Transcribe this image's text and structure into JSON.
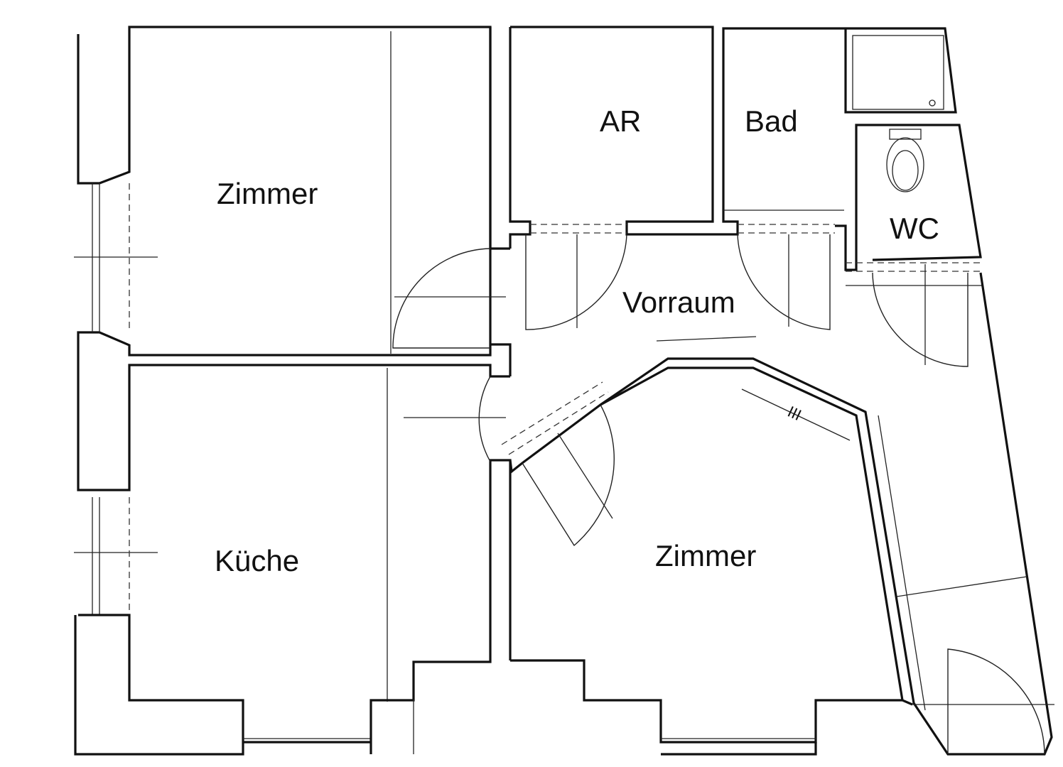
{
  "plan": {
    "rooms": [
      {
        "id": "zimmer-top-left",
        "label": "Zimmer"
      },
      {
        "id": "ar",
        "label": "AR"
      },
      {
        "id": "bad",
        "label": "Bad"
      },
      {
        "id": "wc",
        "label": "WC"
      },
      {
        "id": "vorraum",
        "label": "Vorraum"
      },
      {
        "id": "kueche",
        "label": "Küche"
      },
      {
        "id": "zimmer-bottom-right",
        "label": "Zimmer"
      }
    ]
  }
}
